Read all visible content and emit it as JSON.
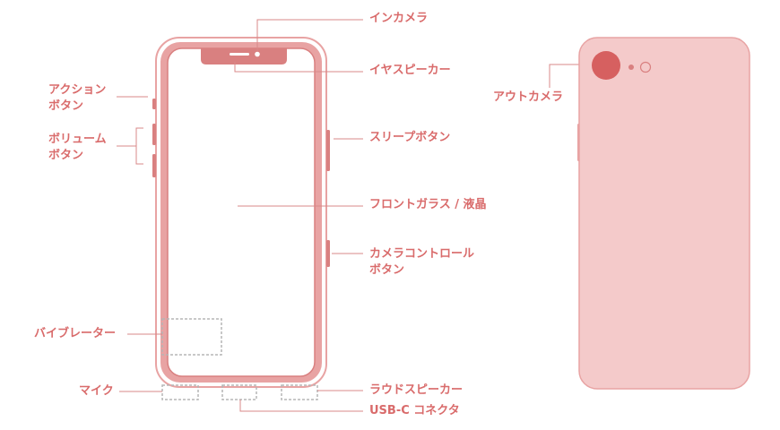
{
  "colors": {
    "accent": "#d96b6b",
    "frame": "#e8a3a3",
    "frame_dark": "#d98080",
    "back_fill": "#f4caca",
    "leader": "#d98888",
    "dashed": "#b5b5b5"
  },
  "labels": {
    "front_camera": "インカメラ",
    "earpiece": "イヤスピーカー",
    "action_button_1": "アクション",
    "action_button_2": "ボタン",
    "volume_buttons_1": "ボリューム",
    "volume_buttons_2": "ボタン",
    "sleep_button": "スリープボタン",
    "front_glass": "フロントガラス / 液晶",
    "camera_control_1": "カメラコントロール",
    "camera_control_2": "ボタン",
    "vibrator": "バイブレーター",
    "microphone": "マイク",
    "loudspeaker": "ラウドスピーカー",
    "usb_c": "USB-C コネクタ",
    "rear_camera": "アウトカメラ"
  }
}
